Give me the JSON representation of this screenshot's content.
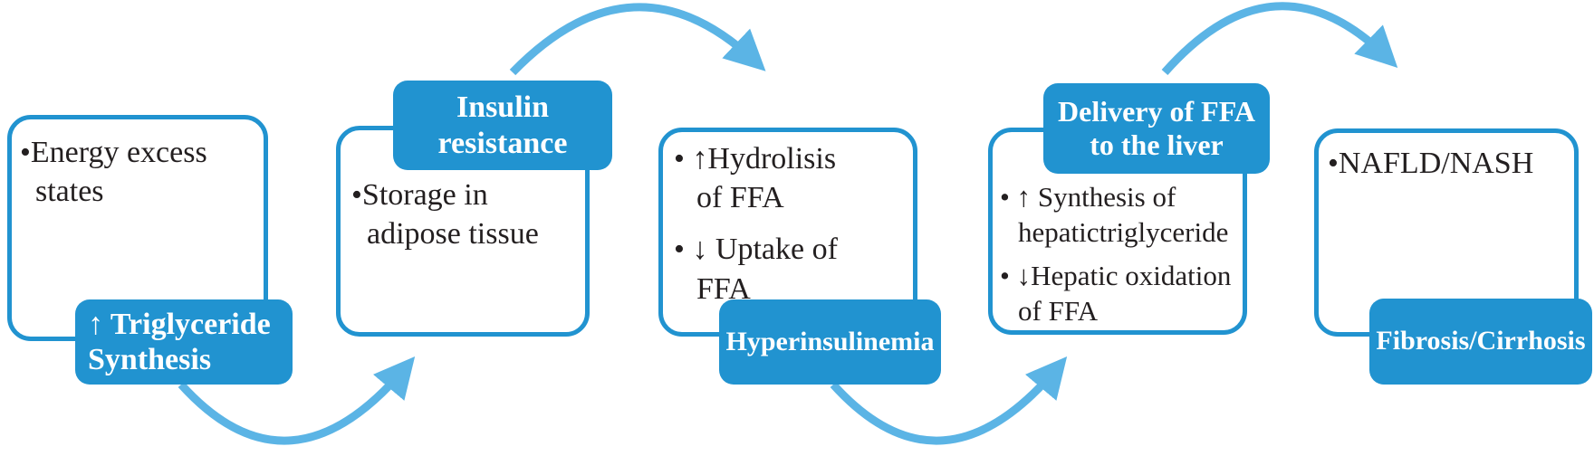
{
  "diagram": {
    "stages": [
      {
        "badge": "↑ Triglyceride\nSynthesis",
        "badge_position": "bottom",
        "items": [
          "•Energy excess\nstates"
        ]
      },
      {
        "badge": "Insulin\nresistance",
        "badge_position": "top",
        "items": [
          "•Storage in\nadipose tissue"
        ]
      },
      {
        "badge": "Hyperinsulinemia",
        "badge_position": "bottom",
        "items": [
          "• ↑Hydrolisis\nof FFA",
          "• ↓ Uptake of\nFFA"
        ]
      },
      {
        "badge": "Delivery of FFA\nto the liver",
        "badge_position": "top",
        "items": [
          "• ↑ Synthesis of\nhepatictriglyceride",
          "• ↓Hepatic oxidation\nof FFA"
        ]
      },
      {
        "badge": "Fibrosis/Cirrhosis",
        "badge_position": "bottom",
        "items": [
          "•NAFLD/NASH"
        ]
      }
    ],
    "arrows": [
      {
        "from": "stage-1",
        "to": "stage-2",
        "route": "bottom"
      },
      {
        "from": "stage-2",
        "to": "stage-3",
        "route": "top"
      },
      {
        "from": "stage-3",
        "to": "stage-4",
        "route": "bottom"
      },
      {
        "from": "stage-4",
        "to": "stage-5",
        "route": "top"
      }
    ],
    "colors": {
      "badge_blue": "#2193d0",
      "arrow_blue": "#5bb4e5",
      "text_dark": "#231f20",
      "box_bg": "#ffffff"
    }
  }
}
